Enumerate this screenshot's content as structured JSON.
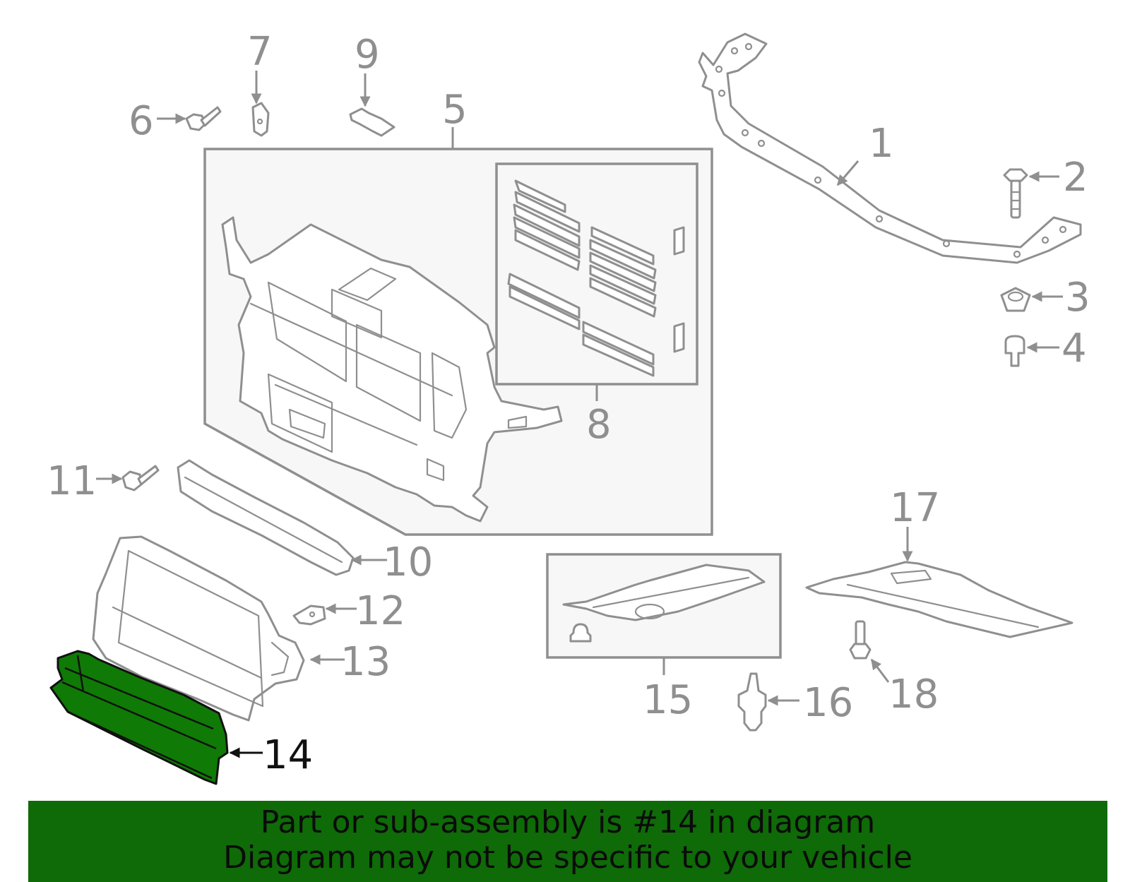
{
  "callouts": {
    "c1": "1",
    "c2": "2",
    "c3": "3",
    "c4": "4",
    "c5": "5",
    "c6": "6",
    "c7": "7",
    "c8": "8",
    "c9": "9",
    "c10": "10",
    "c11": "11",
    "c12": "12",
    "c13": "13",
    "c14": "14",
    "c15": "15",
    "c16": "16",
    "c17": "17",
    "c18": "18"
  },
  "highlighted_part": "14",
  "colors": {
    "highlight": "#0f7a06",
    "banner": "#0f6a08",
    "linework": "#8f8f8f"
  },
  "banner": {
    "line1": "Part or sub-assembly is #14 in diagram",
    "line2": "Diagram may not be specific to your vehicle"
  }
}
